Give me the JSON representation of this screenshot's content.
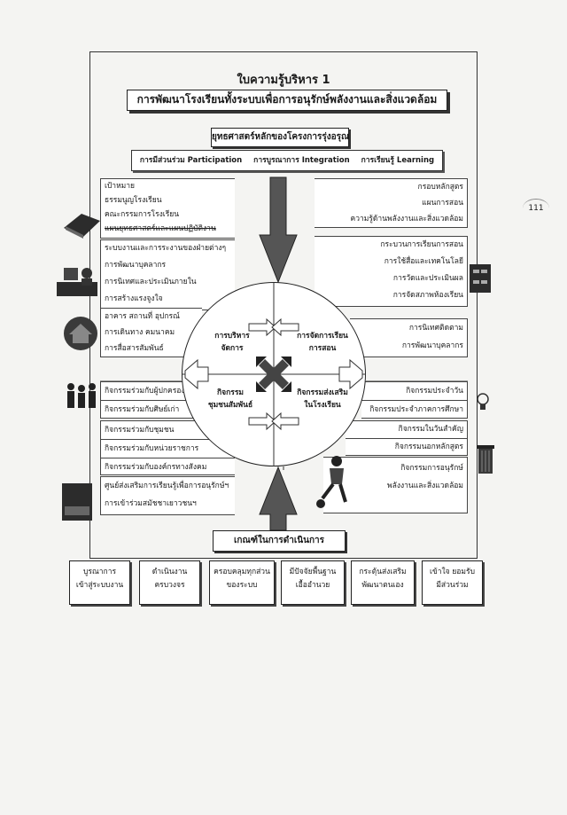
{
  "heading": "ใบความรู้บริหาร 1",
  "main_title": "การพัฒนาโรงเรียนทั้งระบบเพื่อการอนุรักษ์พลังงานและสิ่งแวดล้อม",
  "strategy_title": "ยุทธศาสตร์หลักของโครงการรุ่งอรุณ",
  "principles": [
    "การมีส่วนร่วม Participation",
    "การบูรณาการ Integration",
    "การเรียนรู้ Learning"
  ],
  "left_top": [
    "เป้าหมาย",
    "ธรรมนูญโรงเรียน",
    "คณะกรรมการโรงเรียน",
    "แผนยุทธศาสตร์และแผนปฏิบัติงาน"
  ],
  "left_mid": [
    "ระบบงานและการระงานของฝ่ายต่างๆ",
    "การพัฒนาบุคลากร",
    "การนิเทศและประเมินภายใน",
    "การสร้างแรงจูงใจ"
  ],
  "left_phys": [
    "อาคาร สถานที่ อุปกรณ์",
    "การเดินทาง คมนาคม",
    "การสื่อสารสัมพันธ์"
  ],
  "right_top": [
    "กรอบหลักสูตร",
    "แผนการสอน",
    "ความรู้ด้านพลังงานและสิ่งแวดล้อม"
  ],
  "right_mid": [
    "กระบวนการเรียนการสอน",
    "การใช้สื่อและเทคโนโลยี",
    "การวัดและประเมินผล",
    "การจัดสภาพห้องเรียน"
  ],
  "right_sup": [
    "การนิเทศติดตาม",
    "การพัฒนาบุคลากร"
  ],
  "left_comm1": [
    "กิจกรรมร่วมกับผู้ปกครอง",
    "กิจกรรมร่วมกับศิษย์เก่า"
  ],
  "left_comm2": [
    "กิจกรรมร่วมกับชุมชน",
    "กิจกรรมร่วมกับหน่วยราชการ",
    "กิจกรรมร่วมกับองค์กรทางสังคม"
  ],
  "left_comm3": [
    "ศูนย์ส่งเสริมการเรียนรู้เพื่อการอนุรักษ์ฯ",
    "การเข้าร่วมสมัชชาเยาวชนฯ"
  ],
  "right_act": [
    "กิจกรรมประจำวัน",
    "กิจกรรมประจำภาคการศึกษา",
    "กิจกรรมในวันสำคัญ",
    "กิจกรรมนอกหลักสูตร"
  ],
  "right_act2": [
    "กิจกรรมการอนุรักษ์",
    "พลังงานและสิ่งแวดล้อม"
  ],
  "quadrants": {
    "tl": [
      "การบริหาร",
      "จัดการ"
    ],
    "tr": [
      "การจัดการเรียน",
      "การสอน"
    ],
    "bl": [
      "กิจกรรม",
      "ชุมชนสัมพันธ์"
    ],
    "br": [
      "กิจกรรมส่งเสริม",
      "ในโรงเรียน"
    ]
  },
  "criteria_title": "เกณฑ์ในการดำเนินการ",
  "criteria": [
    [
      "บูรณาการ",
      "เข้าสู่ระบบงาน"
    ],
    [
      "ดำเนินงาน",
      "ครบวงจร"
    ],
    [
      "ครอบคลุมทุกส่วน",
      "ของระบบ"
    ],
    [
      "มีปัจจัยพื้นฐาน",
      "เอื้ออำนวย"
    ],
    [
      "กระตุ้นส่งเสริม",
      "พัฒนาตนเอง"
    ],
    [
      "เข้าใจ ยอมรับ",
      "มีส่วนร่วม"
    ]
  ],
  "page_number": "111"
}
